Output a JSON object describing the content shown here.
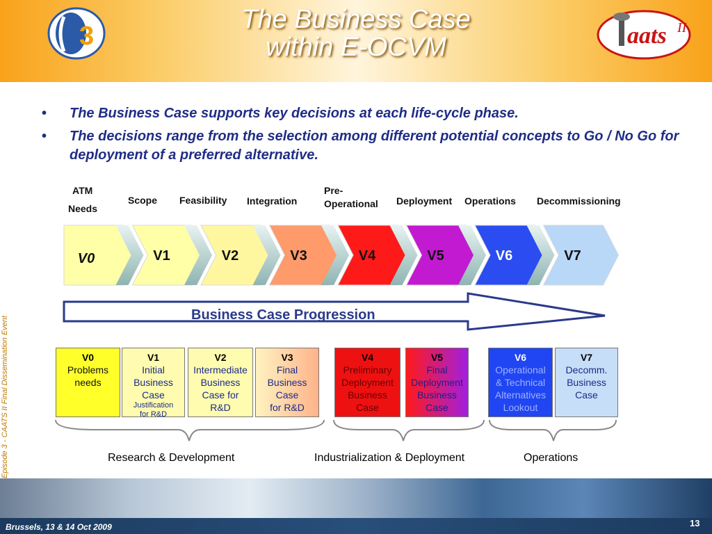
{
  "header": {
    "title_line1": "The Business Case",
    "title_line2": "within E-OCVM",
    "left_logo_text": "EP3",
    "right_logo_text": "CAATS II"
  },
  "bullets": [
    "The Business Case supports key decisions at each life-cycle phase.",
    "The decisions range from the selection among different potential concepts to Go / No Go for deployment of a preferred alternative."
  ],
  "bullet_glyph": "•",
  "phases": {
    "atm_needs_1": "ATM",
    "atm_needs_2": "Needs",
    "scope": "Scope",
    "feasibility": "Feasibility",
    "integration": "Integration",
    "pre_op_1": "Pre-",
    "pre_op_2": "Operational",
    "deployment": "Deployment",
    "operations": "Operations",
    "decommissioning": "Decommissioning"
  },
  "chevrons": [
    {
      "label": "V0",
      "color": "#ffffa8"
    },
    {
      "label": "V1",
      "color": "#ffffa8"
    },
    {
      "label": "V2",
      "color": "#fff7a0"
    },
    {
      "label": "V3",
      "color": "#ff9a6a"
    },
    {
      "label": "V4",
      "color": "#ff1a1a"
    },
    {
      "label": "V5",
      "color": "#c21ad0"
    },
    {
      "label": "V6",
      "color": "#2a4cf0"
    },
    {
      "label": "V7",
      "color": "#b9d8f7"
    }
  ],
  "progression_label": "Business Case Progression",
  "boxes": [
    {
      "head": "V0",
      "l1": "",
      "l2": "Problems",
      "l3": "needs",
      "l4": "",
      "small1": "",
      "small2": ""
    },
    {
      "head": "V1",
      "l1": "Initial",
      "l2": "Business",
      "l3": "Case",
      "l4": "",
      "small1": "Justification",
      "small2": "for R&D"
    },
    {
      "head": "V2",
      "l1": "Intermediate",
      "l2": "Business",
      "l3": "Case for",
      "l4": "R&D",
      "small1": "",
      "small2": ""
    },
    {
      "head": "V3",
      "l1": "Final",
      "l2": "Business",
      "l3": "Case",
      "l4": "for R&D",
      "small1": "",
      "small2": ""
    },
    {
      "head": "V4",
      "l1": "Preliminary",
      "l2": "Deployment",
      "l3": "Business",
      "l4": "Case",
      "small1": "",
      "small2": ""
    },
    {
      "head": "V5",
      "l1": "Final",
      "l2": "Deployment",
      "l3": "Business",
      "l4": "Case",
      "small1": "",
      "small2": ""
    },
    {
      "head": "V6",
      "l1": "Operational",
      "l2": "& Technical",
      "l3": "Alternatives",
      "l4": "Lookout",
      "small1": "",
      "small2": ""
    },
    {
      "head": "V7",
      "l1": "Decomm.",
      "l2": "Business",
      "l3": "Case",
      "l4": "",
      "small1": "",
      "small2": ""
    }
  ],
  "groups": {
    "rd": "Research & Development",
    "ind": "Industrialization & Deployment",
    "ops": "Operations"
  },
  "side_text": "Episode 3 - CAATS II Final Dissemination Event",
  "footer": {
    "left": "Brussels, 13 & 14 Oct 2009",
    "page": "13"
  }
}
